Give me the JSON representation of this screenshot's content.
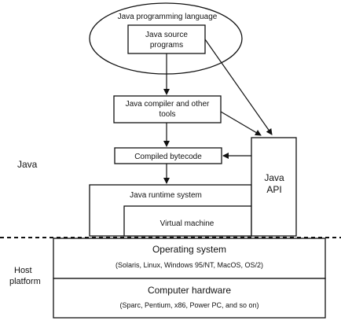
{
  "diagram": {
    "java_language_label": "Java programming language",
    "source_programs_line1": "Java source",
    "source_programs_line2": "programs",
    "compiler_line1": "Java compiler and other",
    "compiler_line2": "tools",
    "bytecode_label": "Compiled bytecode",
    "java_api_line1": "Java",
    "java_api_line2": "API",
    "runtime_label": "Java runtime system",
    "vm_label": "Virtual machine",
    "java_side_label": "Java",
    "os_label": "Operating system",
    "os_examples": "(Solaris, Linux, Windows 95/NT, MacOS, OS/2)",
    "hardware_label": "Computer hardware",
    "hardware_examples": "(Sparc, Pentium, x86, Power PC, and so on)",
    "host_line1": "Host",
    "host_line2": "platform"
  },
  "colors": {
    "line": "#111111",
    "background": "#ffffff"
  }
}
